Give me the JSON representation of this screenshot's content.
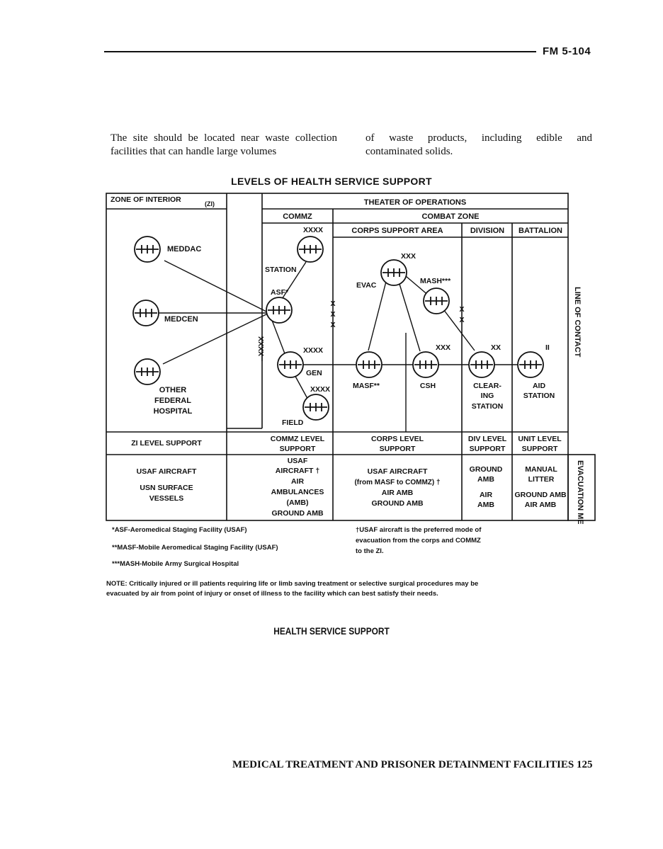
{
  "header": {
    "code": "FM 5-104"
  },
  "body_text": {
    "left_column": "The site should be located near waste collection facilities that can handle large volumes",
    "right_column": "of waste products, including edible and contaminated solids."
  },
  "figure": {
    "title": "LEVELS OF HEALTH SERVICE SUPPORT",
    "zones": {
      "zone_of_interior": "ZONE OF INTERIOR",
      "zone_of_interior_sub": "(ZI)",
      "theater": "THEATER OF OPERATIONS",
      "commz": "COMMZ",
      "combat_zone": "COMBAT ZONE",
      "corps_support_area": "CORPS SUPPORT AREA",
      "division": "DIVISION",
      "battalion": "BATTALION",
      "line_of_contact": "LINE OF CONTACT",
      "evacuation_means": "EVACUATION MEANS"
    },
    "echelons": {
      "xxxx": "XXXX",
      "xxx": "XXX",
      "xx": "XX",
      "ii": "II",
      "x": "X"
    },
    "facilities": {
      "meddac": "MEDDAC",
      "medcen": "MEDCEN",
      "other_federal": [
        "OTHER",
        "FEDERAL",
        "HOSPITAL"
      ],
      "station": "STATION",
      "asf": "ASF*",
      "gen": "GEN",
      "field": "FIELD",
      "evac": "EVAC",
      "mash": "MASH***",
      "masf": "MASF**",
      "csh": "CSH",
      "clearing": [
        "CLEAR-",
        "ING",
        "STATION"
      ],
      "aid": [
        "AID",
        "STATION"
      ]
    },
    "support_levels": {
      "zi": "ZI LEVEL SUPPORT",
      "commz": [
        "COMMZ LEVEL",
        "SUPPORT"
      ],
      "corps": [
        "CORPS LEVEL",
        "SUPPORT"
      ],
      "div": [
        "DIV LEVEL",
        "SUPPORT"
      ],
      "unit": [
        "UNIT LEVEL",
        "SUPPORT"
      ]
    },
    "evac_means": {
      "zi": [
        "USAF AIRCRAFT",
        "USN SURFACE",
        "VESSELS"
      ],
      "commz": [
        "USAF",
        "AIRCRAFT †",
        "AIR",
        "AMBULANCES",
        "(AMB)",
        "GROUND AMB"
      ],
      "corps": [
        "USAF AIRCRAFT",
        "(from MASF to COMMZ) †",
        "AIR AMB",
        "GROUND AMB"
      ],
      "div": [
        "GROUND",
        "AMB",
        "AIR",
        "AMB"
      ],
      "unit": [
        "MANUAL",
        "LITTER",
        "GROUND AMB",
        "AIR AMB"
      ]
    }
  },
  "footnotes": {
    "asf": "*ASF-Aeromedical Staging Facility (USAF)",
    "masf": "**MASF-Mobile Aeromedical Staging Facility (USAF)",
    "mash": "***MASH-Mobile Army Surgical Hospital",
    "usaf": [
      "†USAF aircraft is the preferred mode of",
      "evacuation from the corps and COMMZ",
      "to the ZI."
    ]
  },
  "note": "NOTE: Critically injured or ill patients requiring life or limb saving treatment or selective surgical procedures may be evacuated by air from point of injury or onset of illness to the facility which can best satisfy their needs.",
  "caption": "HEALTH SERVICE SUPPORT",
  "footer": {
    "title": "MEDICAL TREATMENT AND PRISONER DETAINMENT FACILITIES",
    "page": "125"
  }
}
